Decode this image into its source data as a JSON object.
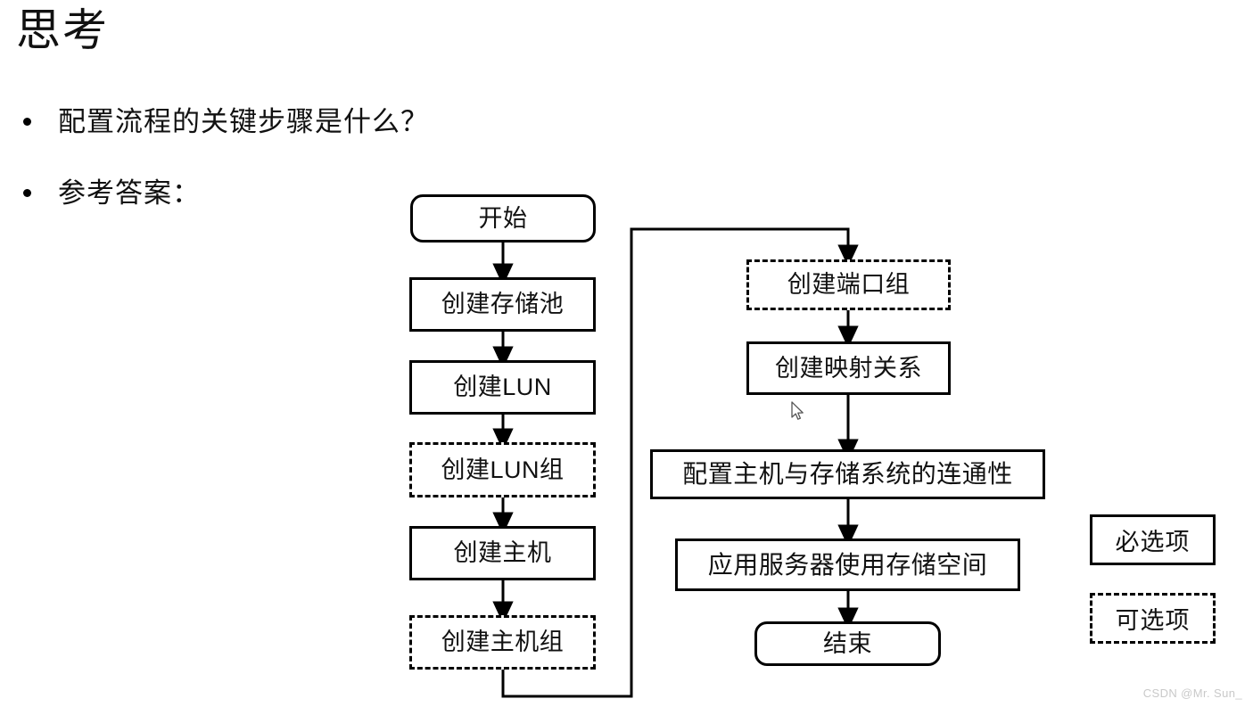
{
  "slide": {
    "title": "思考",
    "bullets": [
      {
        "text": "配置流程的关键步骤是什么？"
      },
      {
        "text": "参考答案："
      }
    ]
  },
  "flowchart": {
    "left_column": [
      {
        "label": "开始",
        "shape": "rounded",
        "style": "solid",
        "required": true
      },
      {
        "label": "创建存储池",
        "shape": "rect",
        "style": "solid",
        "required": true
      },
      {
        "label": "创建LUN",
        "shape": "rect",
        "style": "solid",
        "required": true
      },
      {
        "label": "创建LUN组",
        "shape": "rect",
        "style": "dashed",
        "required": false
      },
      {
        "label": "创建主机",
        "shape": "rect",
        "style": "solid",
        "required": true
      },
      {
        "label": "创建主机组",
        "shape": "rect",
        "style": "dashed",
        "required": false
      }
    ],
    "right_column": [
      {
        "label": "创建端口组",
        "shape": "rect",
        "style": "dashed",
        "required": false
      },
      {
        "label": "创建映射关系",
        "shape": "rect",
        "style": "solid",
        "required": true
      },
      {
        "label": "配置主机与存储系统的连通性",
        "shape": "rect",
        "style": "solid",
        "required": true
      },
      {
        "label": "应用服务器使用存储空间",
        "shape": "rect",
        "style": "solid",
        "required": true
      },
      {
        "label": "结束",
        "shape": "rounded",
        "style": "solid",
        "required": true
      }
    ]
  },
  "legend": {
    "required_label": "必选项",
    "optional_label": "可选项"
  },
  "watermark": {
    "text": "CSDN @Mr. Sun_"
  },
  "colors": {
    "stroke": "#000000",
    "text": "#111111",
    "background": "#ffffff",
    "watermark": "#c9c9c9"
  }
}
